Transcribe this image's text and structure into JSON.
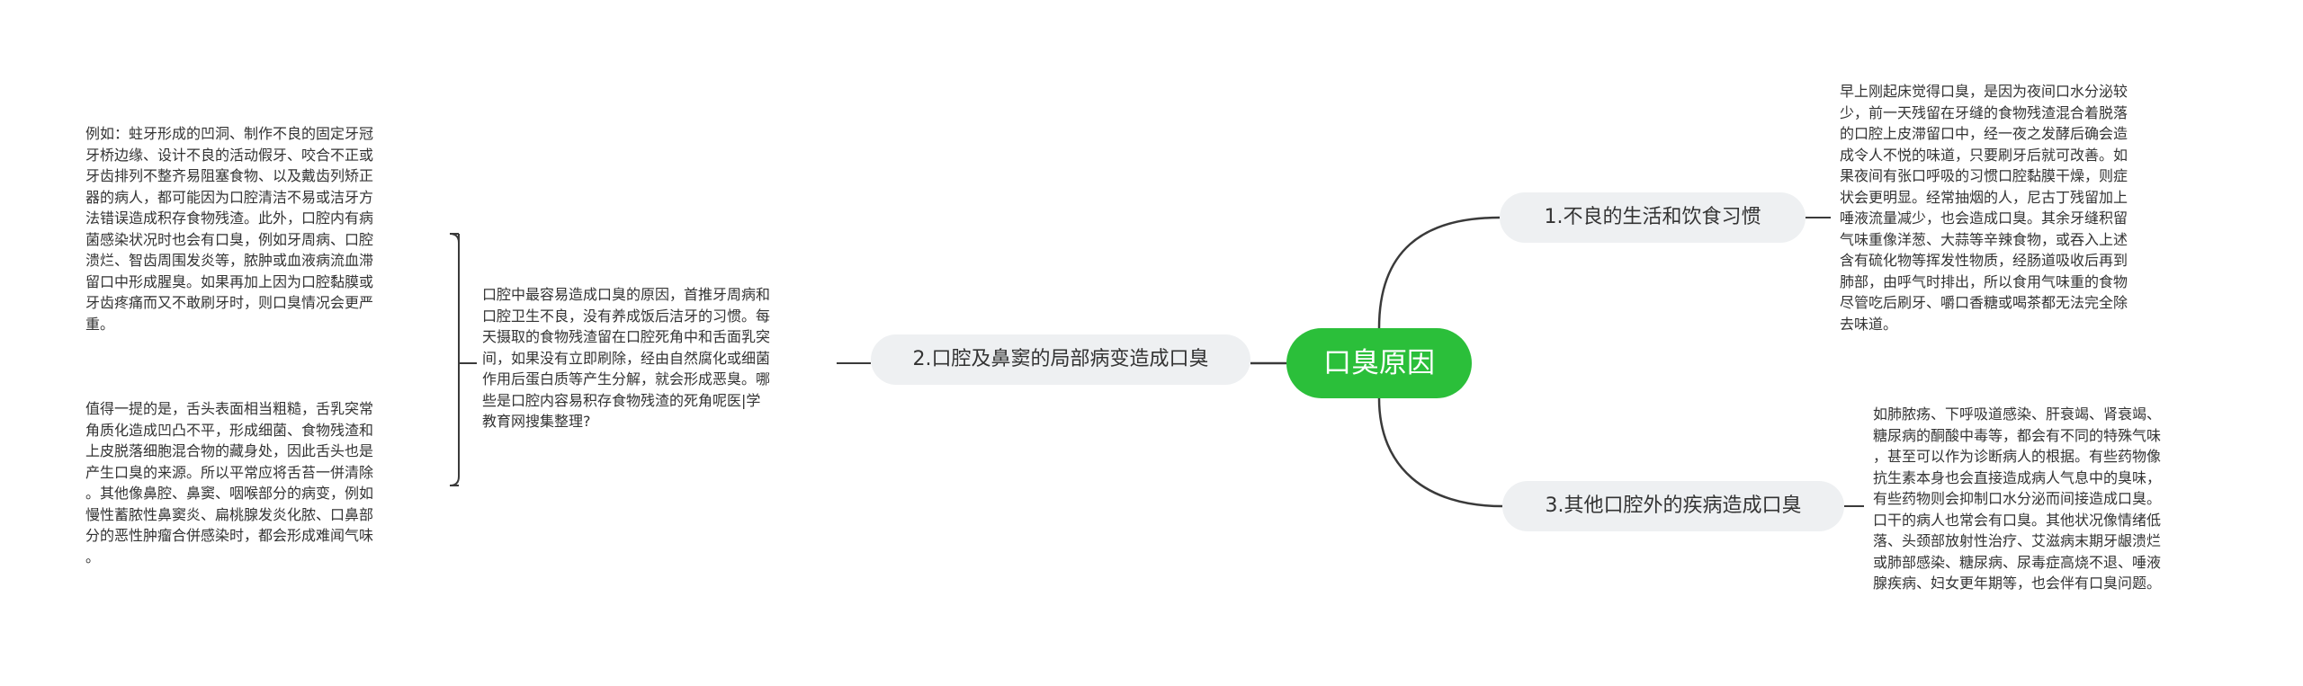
{
  "root": {
    "label": "口臭原因"
  },
  "branches": [
    {
      "label": "1.不良的生活和饮食习惯",
      "text": "早上刚起床觉得口臭，是因为夜间口水分泌较\n少，前一天残留在牙缝的食物残渣混合着脱落\n的口腔上皮滞留口中，经一夜之发酵后确会造\n成令人不悦的味道，只要刷牙后就可改善。如\n果夜间有张口呼吸的习惯口腔黏膜干燥，则症\n状会更明显。经常抽烟的人，尼古丁残留加上\n唾液流量减少，也会造成口臭。其余牙缝积留\n气味重像洋葱、大蒜等辛辣食物，或吞入上述\n含有硫化物等挥发性物质，经肠道吸收后再到\n肺部，由呼气时排出，所以食用气味重的食物\n尽管吃后刷牙、嚼口香糖或喝茶都无法完全除\n去味道。"
    },
    {
      "label": "2.口腔及鼻窦的局部病变造成口臭",
      "text": "口腔中最容易造成口臭的原因，首推牙周病和\n口腔卫生不良，没有养成饭后洁牙的习惯。每\n天摄取的食物残渣留在口腔死角中和舌面乳突\n间，如果没有立即刷除，经由自然腐化或细菌\n作用后蛋白质等产生分解，就会形成恶臭。哪\n些是口腔内容易积存食物残渣的死角呢医|学\n教育网搜集整理?",
      "children": [
        "例如：蛀牙形成的凹洞、制作不良的固定牙冠\n牙桥边缘、设计不良的活动假牙、咬合不正或\n牙齿排列不整齐易阻塞食物、以及戴齿列矫正\n器的病人，都可能因为口腔清洁不易或洁牙方\n法错误造成积存食物残渣。此外，口腔内有病\n菌感染状况时也会有口臭，例如牙周病、口腔\n溃烂、智齿周围发炎等，脓肿或血液病流血滞\n留口中形成腥臭。如果再加上因为口腔黏膜或\n牙齿疼痛而又不敢刷牙时，则口臭情况会更严\n重。",
        "值得一提的是，舌头表面相当粗糙，舌乳突常\n角质化造成凹凸不平，形成细菌、食物残渣和\n上皮脱落细胞混合物的藏身处，因此舌头也是\n产生口臭的来源。所以平常应将舌苔一併清除\n。其他像鼻腔、鼻窦、咽喉部分的病变，例如\n慢性蓄脓性鼻窦炎、扁桃腺发炎化脓、口鼻部\n分的恶性肿瘤合併感染时，都会形成难闻气味\n。"
      ]
    },
    {
      "label": "3.其他口腔外的疾病造成口臭",
      "text": "如肺脓疡、下呼吸道感染、肝衰竭、肾衰竭、\n糖尿病的酮酸中毒等，都会有不同的特殊气味\n，甚至可以作为诊断病人的根据。有些药物像\n抗生素本身也会直接造成病人气息中的臭味，\n有些药物则会抑制口水分泌而间接造成口臭。\n口干的病人也常会有口臭。其他状况像情绪低\n落、头颈部放射性治疗、艾滋病末期牙龈溃烂\n或肺部感染、糖尿病、尿毒症高烧不退、唾液\n腺疾病、妇女更年期等，也会伴有口臭问题。"
    }
  ],
  "colors": {
    "root_bg": "#2bbf3a",
    "branch_bg": "#eef0f2",
    "line": "#3a3a3a"
  }
}
